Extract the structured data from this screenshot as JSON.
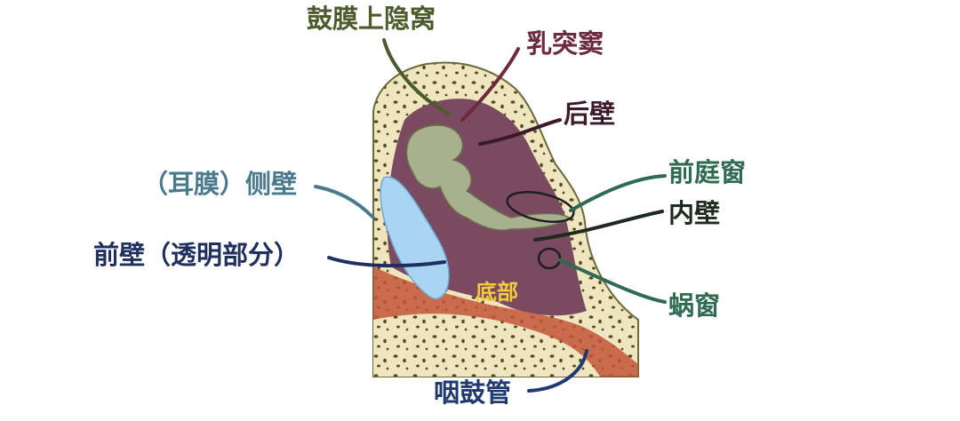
{
  "labels": {
    "epitympanic_recess": "鼓膜上隐窝",
    "mastoid_antrum": "乳突窦",
    "posterior_wall": "后壁",
    "oval_window": "前庭窗",
    "medial_wall": "内壁",
    "round_window": "蜗窗",
    "lateral_wall": "（耳膜）侧壁",
    "anterior_wall": "前壁（透明部分）",
    "floor": "底部",
    "eustachian_tube": "咽鼓管"
  },
  "colors": {
    "epitympanic_recess": "#4d5a2c",
    "mastoid_antrum": "#6b2a3d",
    "posterior_wall": "#3b1a2a",
    "oval_window": "#2f6a52",
    "medial_wall": "#1e2a1f",
    "round_window": "#2f6a52",
    "lateral_wall": "#4a7a8e",
    "anterior_wall": "#1f3060",
    "floor": "#f2cc3a",
    "eustachian_tube": "#1f3a70",
    "bone": "#efe6c0",
    "bone_outline": "#6b6a3a",
    "cavity": "#7a4a60",
    "membrane": "#a9d4f2",
    "ossicles": "#a8b08c"
  }
}
